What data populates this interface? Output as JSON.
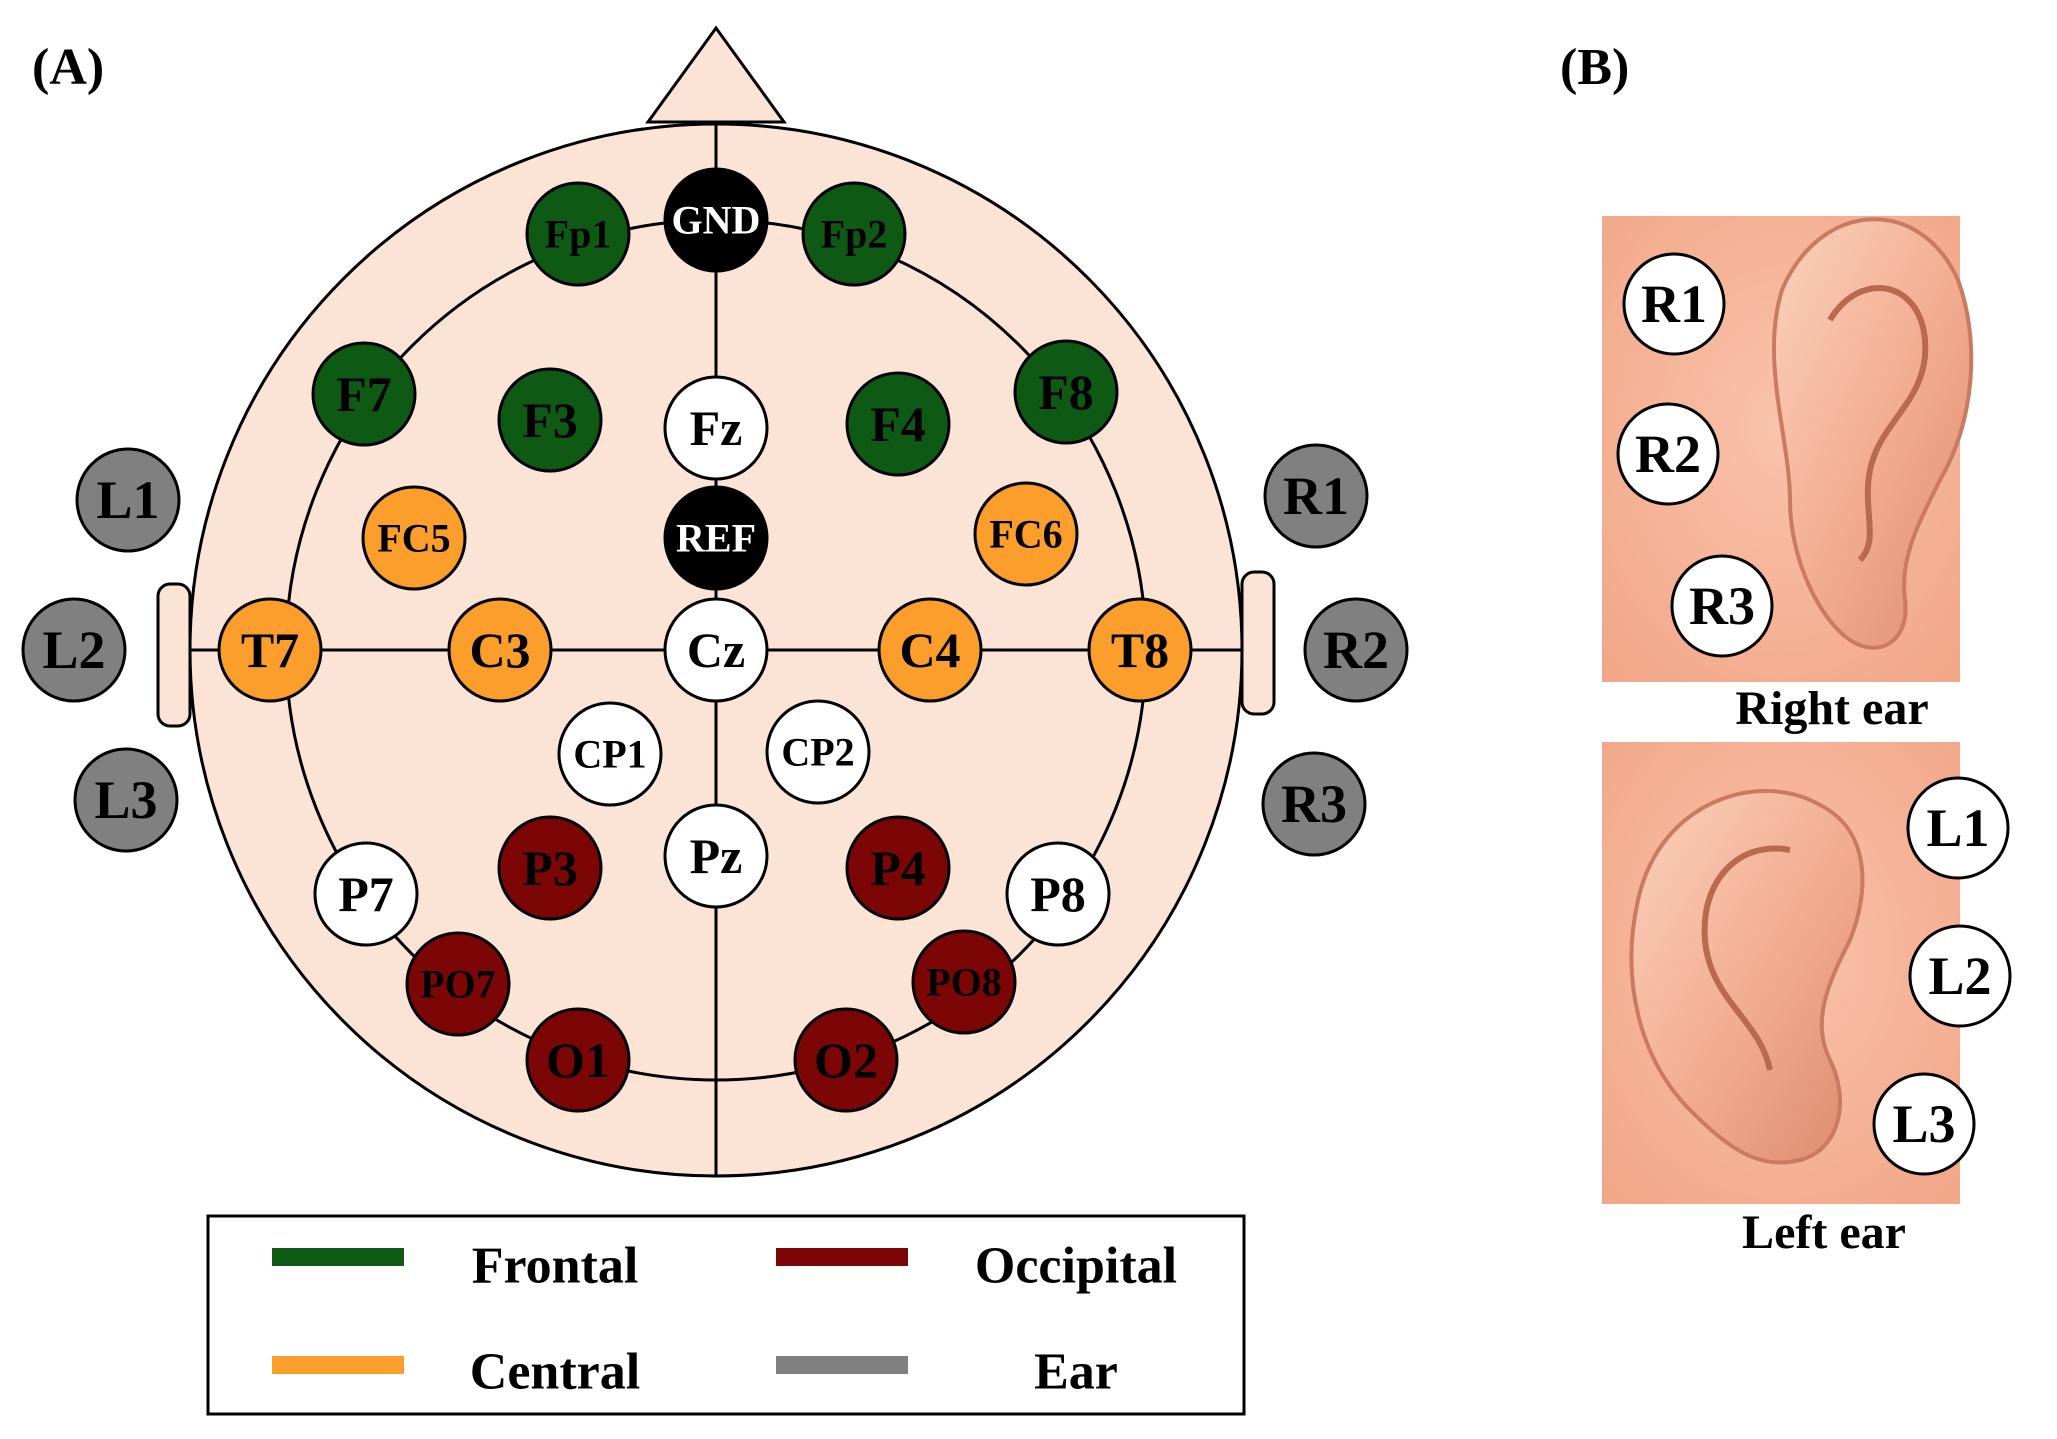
{
  "panel_labels": {
    "a": "(A)",
    "b": "(B)"
  },
  "colors": {
    "frontal": "#0e5a14",
    "central": "#fb9e2c",
    "occipital": "#7c0606",
    "ear": "#808080",
    "ref": "#000000",
    "neutral": "#ffffff",
    "scalp": "#fbe3d6",
    "skin": "#f7b49a"
  },
  "electrodes": [
    {
      "id": "GND",
      "group": "ref"
    },
    {
      "id": "Fp1",
      "group": "frontal"
    },
    {
      "id": "Fp2",
      "group": "frontal"
    },
    {
      "id": "F7",
      "group": "frontal"
    },
    {
      "id": "F3",
      "group": "frontal"
    },
    {
      "id": "Fz",
      "group": "neutral"
    },
    {
      "id": "F4",
      "group": "frontal"
    },
    {
      "id": "F8",
      "group": "frontal"
    },
    {
      "id": "FC5",
      "group": "central"
    },
    {
      "id": "REF",
      "group": "ref"
    },
    {
      "id": "FC6",
      "group": "central"
    },
    {
      "id": "T7",
      "group": "central"
    },
    {
      "id": "C3",
      "group": "central"
    },
    {
      "id": "Cz",
      "group": "neutral"
    },
    {
      "id": "C4",
      "group": "central"
    },
    {
      "id": "T8",
      "group": "central"
    },
    {
      "id": "CP1",
      "group": "neutral"
    },
    {
      "id": "CP2",
      "group": "neutral"
    },
    {
      "id": "P7",
      "group": "neutral"
    },
    {
      "id": "P3",
      "group": "occipital"
    },
    {
      "id": "Pz",
      "group": "neutral"
    },
    {
      "id": "P4",
      "group": "occipital"
    },
    {
      "id": "P8",
      "group": "neutral"
    },
    {
      "id": "PO7",
      "group": "occipital"
    },
    {
      "id": "PO8",
      "group": "occipital"
    },
    {
      "id": "O1",
      "group": "occipital"
    },
    {
      "id": "O2",
      "group": "occipital"
    }
  ],
  "ear_electrodes": [
    {
      "id": "L1",
      "group": "ear"
    },
    {
      "id": "L2",
      "group": "ear"
    },
    {
      "id": "L3",
      "group": "ear"
    },
    {
      "id": "R1",
      "group": "ear"
    },
    {
      "id": "R2",
      "group": "ear"
    },
    {
      "id": "R3",
      "group": "ear"
    }
  ],
  "legend": [
    {
      "label": "Frontal",
      "group": "frontal"
    },
    {
      "label": "Occipital",
      "group": "occipital"
    },
    {
      "label": "Central",
      "group": "central"
    },
    {
      "label": "Ear",
      "group": "ear"
    }
  ],
  "ears": {
    "right": {
      "caption": "Right ear",
      "electrodes": [
        "R1",
        "R2",
        "R3"
      ]
    },
    "left": {
      "caption": "Left ear",
      "electrodes": [
        "L1",
        "L2",
        "L3"
      ]
    }
  }
}
